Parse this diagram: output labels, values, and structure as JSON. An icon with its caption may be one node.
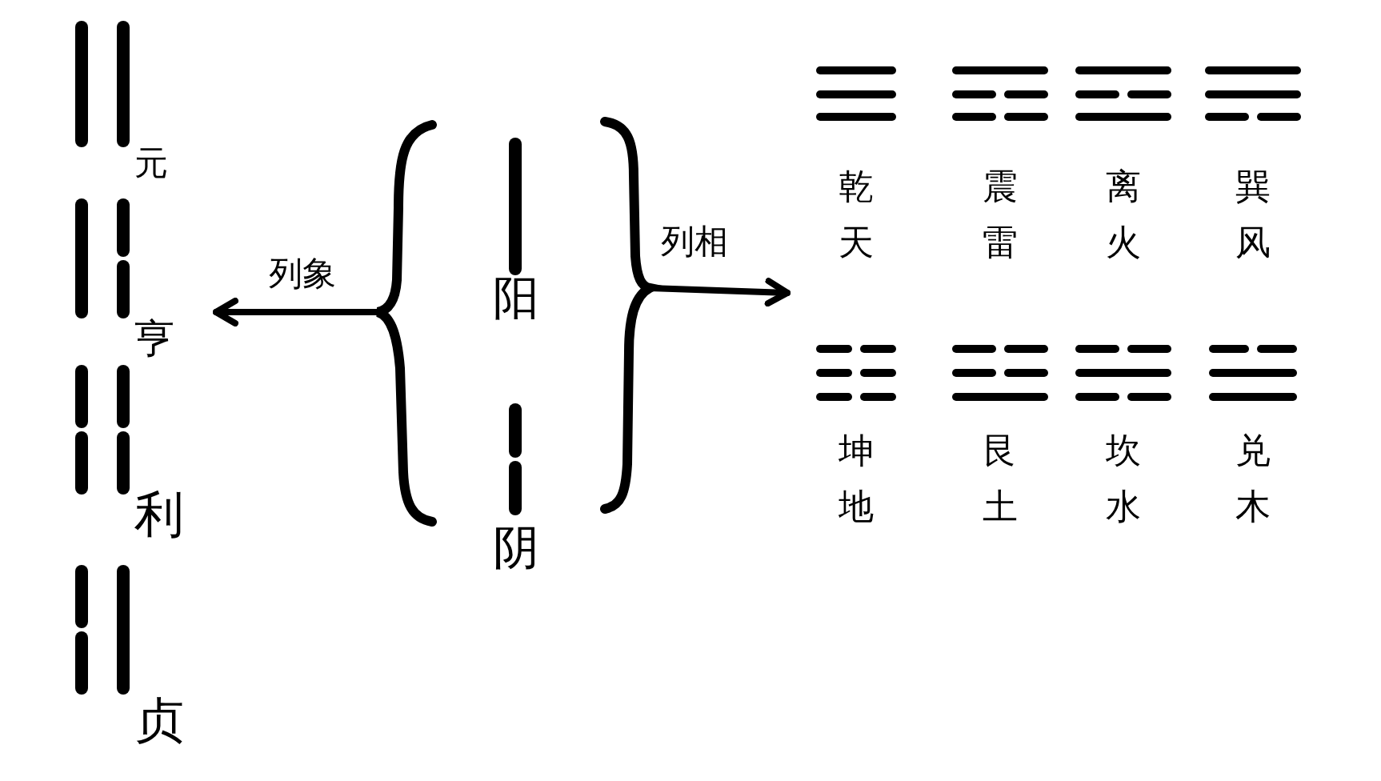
{
  "diagram": {
    "nodes": [
      {
        "text": [],
        "shape": "picture"
      },
      {
        "text": [
          "元"
        ],
        "in": 0
      },
      {
        "text": [
          "亨"
        ],
        "in": 0
      },
      {
        "text": [
          "利"
        ],
        "in": 0
      },
      {
        "text": [
          "贞"
        ],
        "in": 0
      },
      {
        "text": [],
        "shape": "brace"
      },
      {
        "text": [
          "阳"
        ],
        "in": 5
      },
      {
        "text": [
          "阴"
        ],
        "in": 5
      },
      {
        "text": [],
        "shape": "picture"
      },
      {
        "text": [
          "乾",
          "天"
        ],
        "in": 8
      },
      {
        "text": [
          "震",
          "雷"
        ],
        "in": 8
      },
      {
        "text": [
          "离",
          "火"
        ],
        "in": 8
      },
      {
        "text": [
          "巽",
          "风"
        ],
        "in": 8
      },
      {
        "text": [
          "坤",
          "地"
        ],
        "in": 8
      },
      {
        "text": [
          "艮",
          "土"
        ],
        "in": 8
      },
      {
        "text": [
          "坎",
          "水"
        ],
        "in": 8
      },
      {
        "text": [
          "兑",
          "木"
        ],
        "in": 8
      }
    ],
    "edges": [
      {
        "from": 5,
        "to": 0,
        "arrow": "to",
        "label": "列象"
      },
      {
        "from": 5,
        "to": 8,
        "arrow": "to",
        "label": "列相"
      }
    ]
  }
}
